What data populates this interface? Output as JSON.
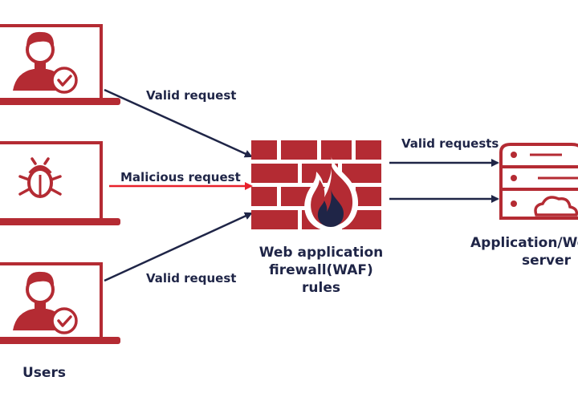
{
  "colors": {
    "brand": "#b42b33",
    "navy": "#1f2547",
    "malicious": "#e8202a",
    "white": "#ffffff"
  },
  "icons": {
    "user": "user-check-icon",
    "threat": "bug-icon",
    "firewall": "firewall-flame-icon",
    "server": "server-cloud-icon"
  },
  "edges": {
    "top_label": "Valid request",
    "middle_label": "Malicious request",
    "bottom_label": "Valid request",
    "out_label": "Valid requests"
  },
  "firewall": {
    "label_line1": "Web application",
    "label_line2": "firewall(WAF)",
    "label_line3": "rules"
  },
  "server": {
    "label_line1": "Application/Web",
    "label_line2": "server"
  },
  "users": {
    "label": "Users"
  }
}
